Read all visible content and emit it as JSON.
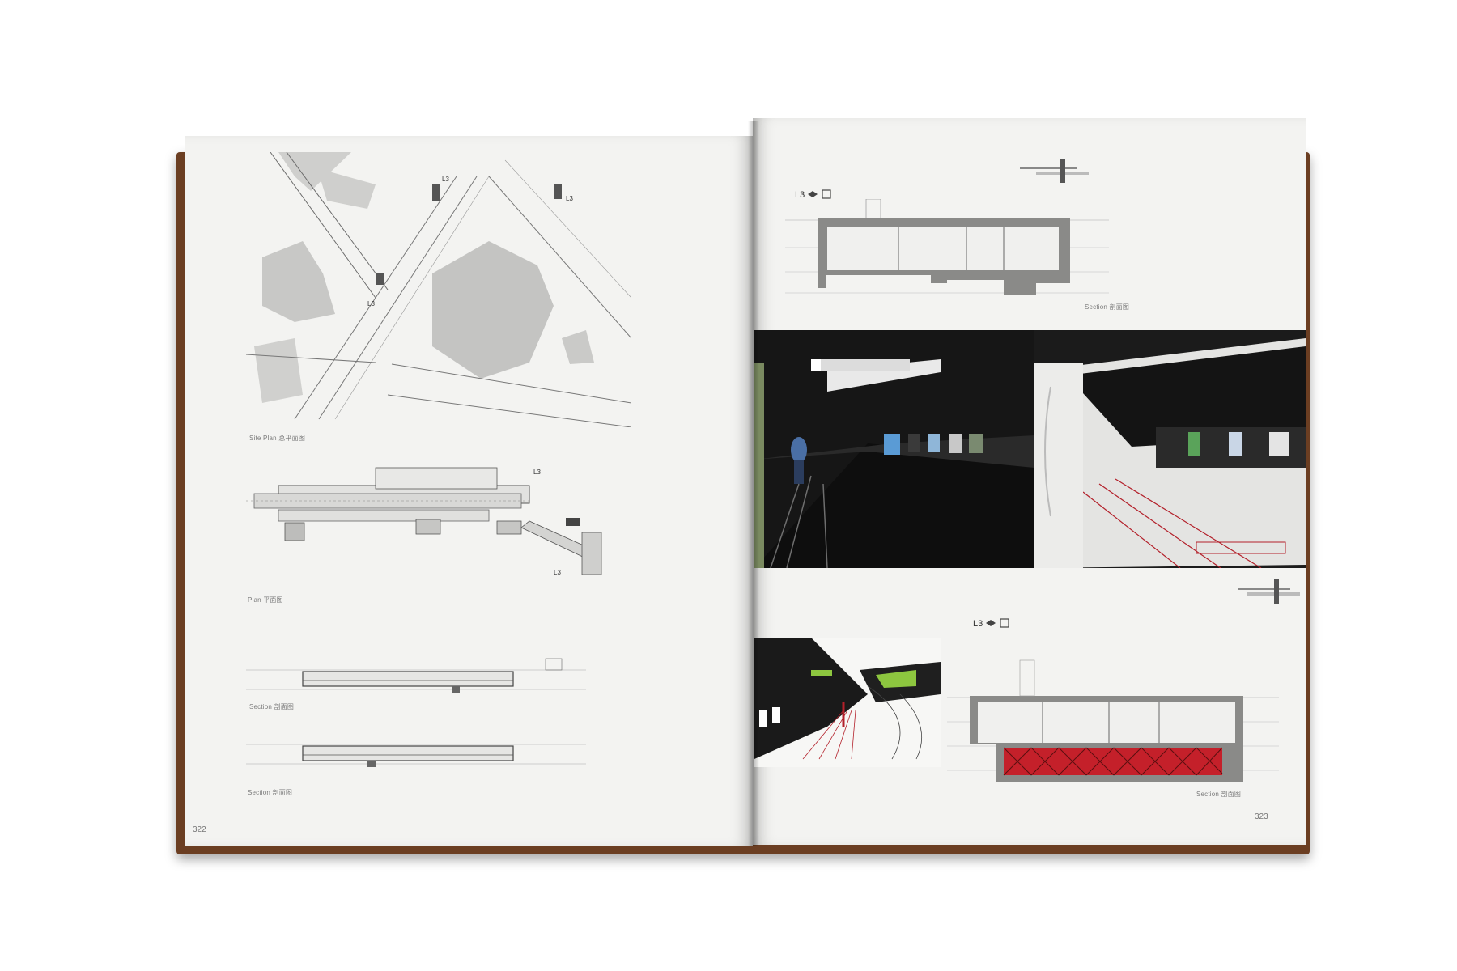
{
  "left_page": {
    "page_number": "322",
    "site_plan_caption": "Site Plan  总平面图",
    "plan_caption": "Plan  平面图",
    "section1_caption": "Section  剖面图",
    "section2_caption": "Section  剖面图",
    "line_label_1": "L3",
    "line_label_2": "L3",
    "line_label_3": "L3",
    "line_label_4": "L3"
  },
  "right_page": {
    "page_number": "323",
    "top_line_label": "L3",
    "mid_line_label": "L3",
    "section_top_caption": "Section  剖面图",
    "section_bottom_caption": "Section  剖面图"
  },
  "colors": {
    "page": "#f3f3f1",
    "cover": "#6b3e22",
    "concrete": "#8a8a88",
    "accent_red": "#b3202a",
    "accent_green": "#8dc63f"
  }
}
